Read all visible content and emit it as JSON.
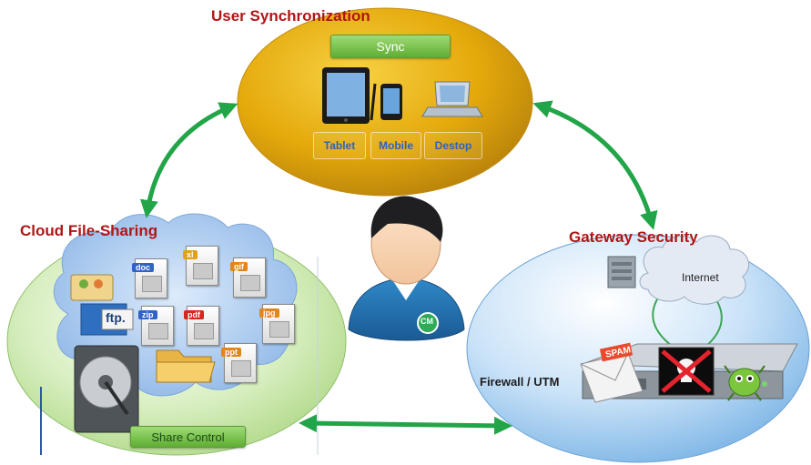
{
  "sync_section": {
    "title": "User Synchronization",
    "sync_button": "Sync",
    "devices": [
      "Tablet",
      "Mobile",
      "Destop"
    ]
  },
  "file_sharing_section": {
    "title": "Cloud File-Sharing",
    "file_types": [
      "doc",
      "xl",
      "gif",
      "zip",
      "pdf",
      "jpg",
      "ppt"
    ],
    "ftp_label": "ftp.",
    "share_button": "Share Control"
  },
  "gateway_section": {
    "title": "Gateway Security",
    "internet_label": "Internet",
    "firewall_label": "Firewall / UTM",
    "spam_label": "SPAM"
  },
  "user_badge": "CM",
  "colors": {
    "heading": "#b01616",
    "arrow": "#22a548",
    "sync_ellipse": "#e3a90c",
    "cloud": "#a9c8ee",
    "gateway": "#93c4ee",
    "button": "#6cbf3f"
  }
}
